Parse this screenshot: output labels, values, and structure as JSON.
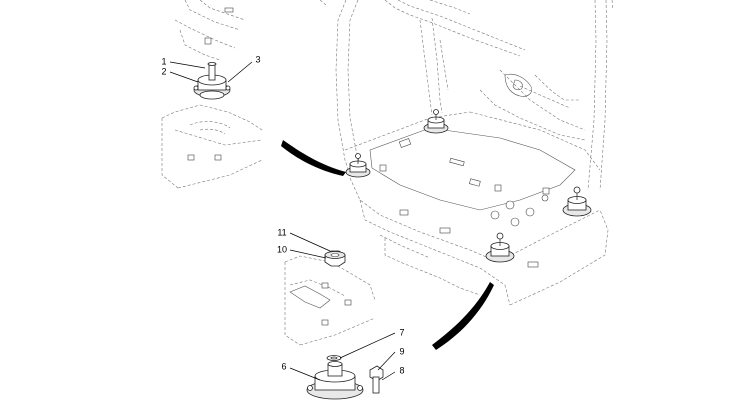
{
  "diagram": {
    "callouts": [
      "1",
      "2",
      "3",
      "11",
      "10",
      "7",
      "9",
      "6",
      "8"
    ]
  }
}
